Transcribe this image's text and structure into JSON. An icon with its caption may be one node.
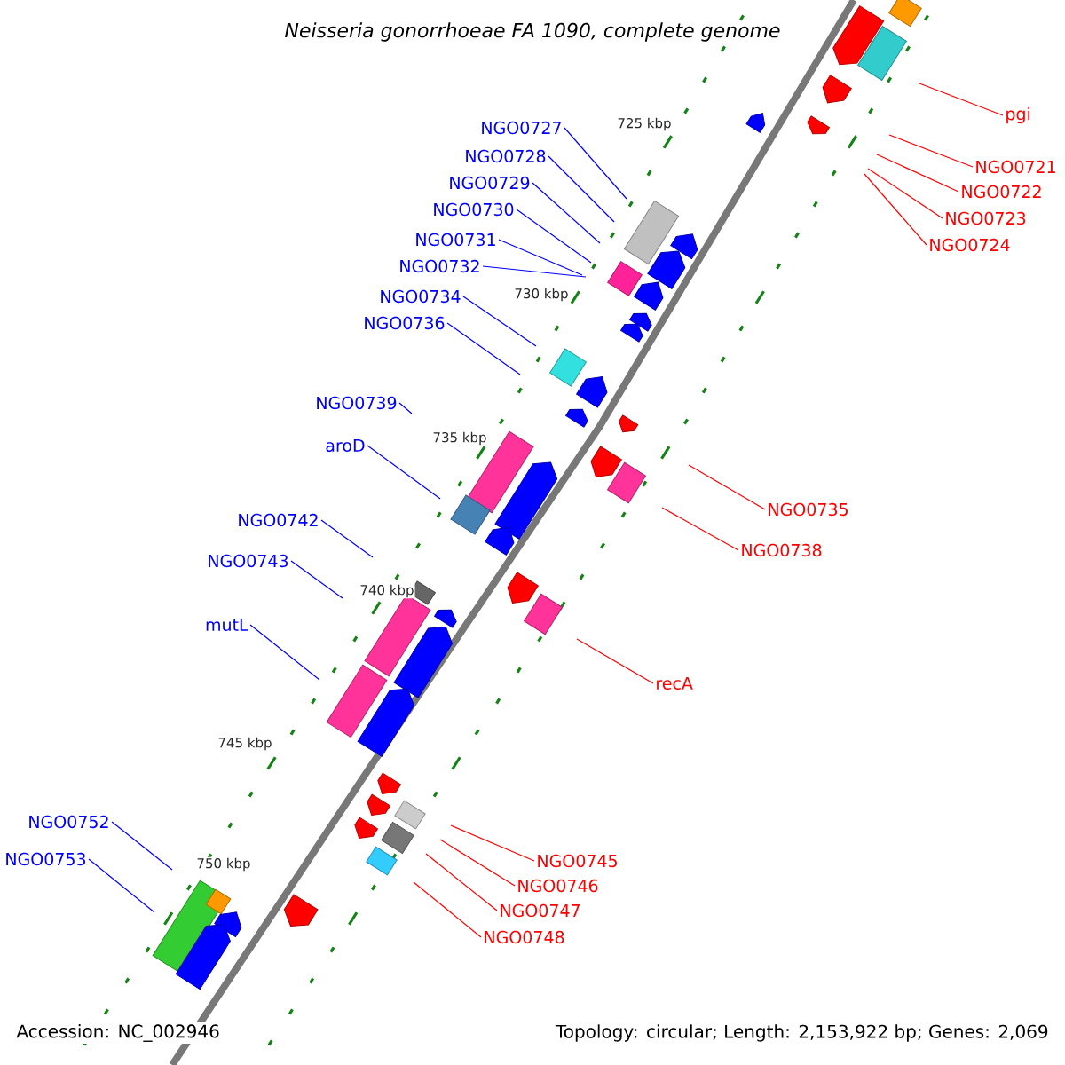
{
  "diagram": {
    "title": "Neisseria gonorrhoeae FA 1090, complete genome",
    "nodes": [
      {
        "text": [
          "NGO0727"
        ]
      },
      {
        "text": [
          "NGO0728"
        ]
      },
      {
        "text": [
          "NGO0729"
        ]
      },
      {
        "text": [
          "NGO0730"
        ]
      },
      {
        "text": [
          "NGO0731"
        ]
      },
      {
        "text": [
          "NGO0732"
        ]
      },
      {
        "text": [
          "NGO0734"
        ]
      },
      {
        "text": [
          "NGO0736"
        ]
      },
      {
        "text": [
          "NGO0739"
        ]
      },
      {
        "text": [
          "aroD"
        ]
      },
      {
        "text": [
          "NGO0742"
        ]
      },
      {
        "text": [
          "NGO0743"
        ]
      },
      {
        "text": [
          "mutL"
        ]
      },
      {
        "text": [
          "NGO0752"
        ]
      },
      {
        "text": [
          "NGO0753"
        ]
      },
      {
        "text": [
          "pgi"
        ]
      },
      {
        "text": [
          "NGO0721"
        ]
      },
      {
        "text": [
          "NGO0722"
        ]
      },
      {
        "text": [
          "NGO0723"
        ]
      },
      {
        "text": [
          "NGO0724"
        ]
      },
      {
        "text": [
          "NGO0735"
        ]
      },
      {
        "text": [
          "NGO0738"
        ]
      },
      {
        "text": [
          "recA"
        ]
      },
      {
        "text": [
          "NGO0745"
        ]
      },
      {
        "text": [
          "NGO0746"
        ]
      },
      {
        "text": [
          "NGO0747"
        ]
      },
      {
        "text": [
          "NGO0748"
        ]
      }
    ],
    "edges": [
      {
        "from": 0,
        "to": null,
        "arrow": "none"
      },
      {
        "from": 1,
        "to": null,
        "arrow": "none"
      },
      {
        "from": 2,
        "to": null,
        "arrow": "none"
      },
      {
        "from": 3,
        "to": null,
        "arrow": "none"
      },
      {
        "from": 4,
        "to": null,
        "arrow": "none"
      },
      {
        "from": 5,
        "to": null,
        "arrow": "none"
      },
      {
        "from": 6,
        "to": null,
        "arrow": "none"
      },
      {
        "from": 7,
        "to": null,
        "arrow": "none"
      },
      {
        "from": 8,
        "to": null,
        "arrow": "none"
      },
      {
        "from": 9,
        "to": null,
        "arrow": "none"
      },
      {
        "from": 10,
        "to": null,
        "arrow": "none"
      },
      {
        "from": 11,
        "to": null,
        "arrow": "none"
      },
      {
        "from": 12,
        "to": null,
        "arrow": "none"
      },
      {
        "from": 13,
        "to": null,
        "arrow": "none"
      },
      {
        "from": 14,
        "to": null,
        "arrow": "none"
      },
      {
        "from": 15,
        "to": null,
        "arrow": "none",
        "color": "#ff0000"
      },
      {
        "from": 16,
        "to": null,
        "arrow": "none",
        "color": "#ff0000"
      },
      {
        "from": 17,
        "to": null,
        "arrow": "none",
        "color": "#ff0000"
      },
      {
        "from": 18,
        "to": null,
        "arrow": "none",
        "color": "#ff0000"
      },
      {
        "from": 19,
        "to": null,
        "arrow": "none",
        "color": "#ff0000"
      },
      {
        "from": 20,
        "to": null,
        "arrow": "none",
        "color": "#ff0000"
      },
      {
        "from": 21,
        "to": null,
        "arrow": "none",
        "color": "#ff0000"
      },
      {
        "from": 22,
        "to": null,
        "arrow": "none",
        "color": "#ff0000"
      },
      {
        "from": 23,
        "to": null,
        "arrow": "none",
        "color": "#ff0000"
      },
      {
        "from": 24,
        "to": null,
        "arrow": "none",
        "color": "#ff0000"
      },
      {
        "from": 25,
        "to": null,
        "arrow": "none",
        "color": "#ff0000"
      },
      {
        "from": 26,
        "to": null,
        "arrow": "none",
        "color": "#ff0000"
      }
    ],
    "labels": [
      "725 kbp",
      "730 kbp",
      "735 kbp",
      "740 kbp",
      "745 kbp",
      "750 kbp",
      "Accession: NC_002946",
      "Topology: circular; Length: 2,153,922 bp; Genes: 2,069"
    ]
  }
}
